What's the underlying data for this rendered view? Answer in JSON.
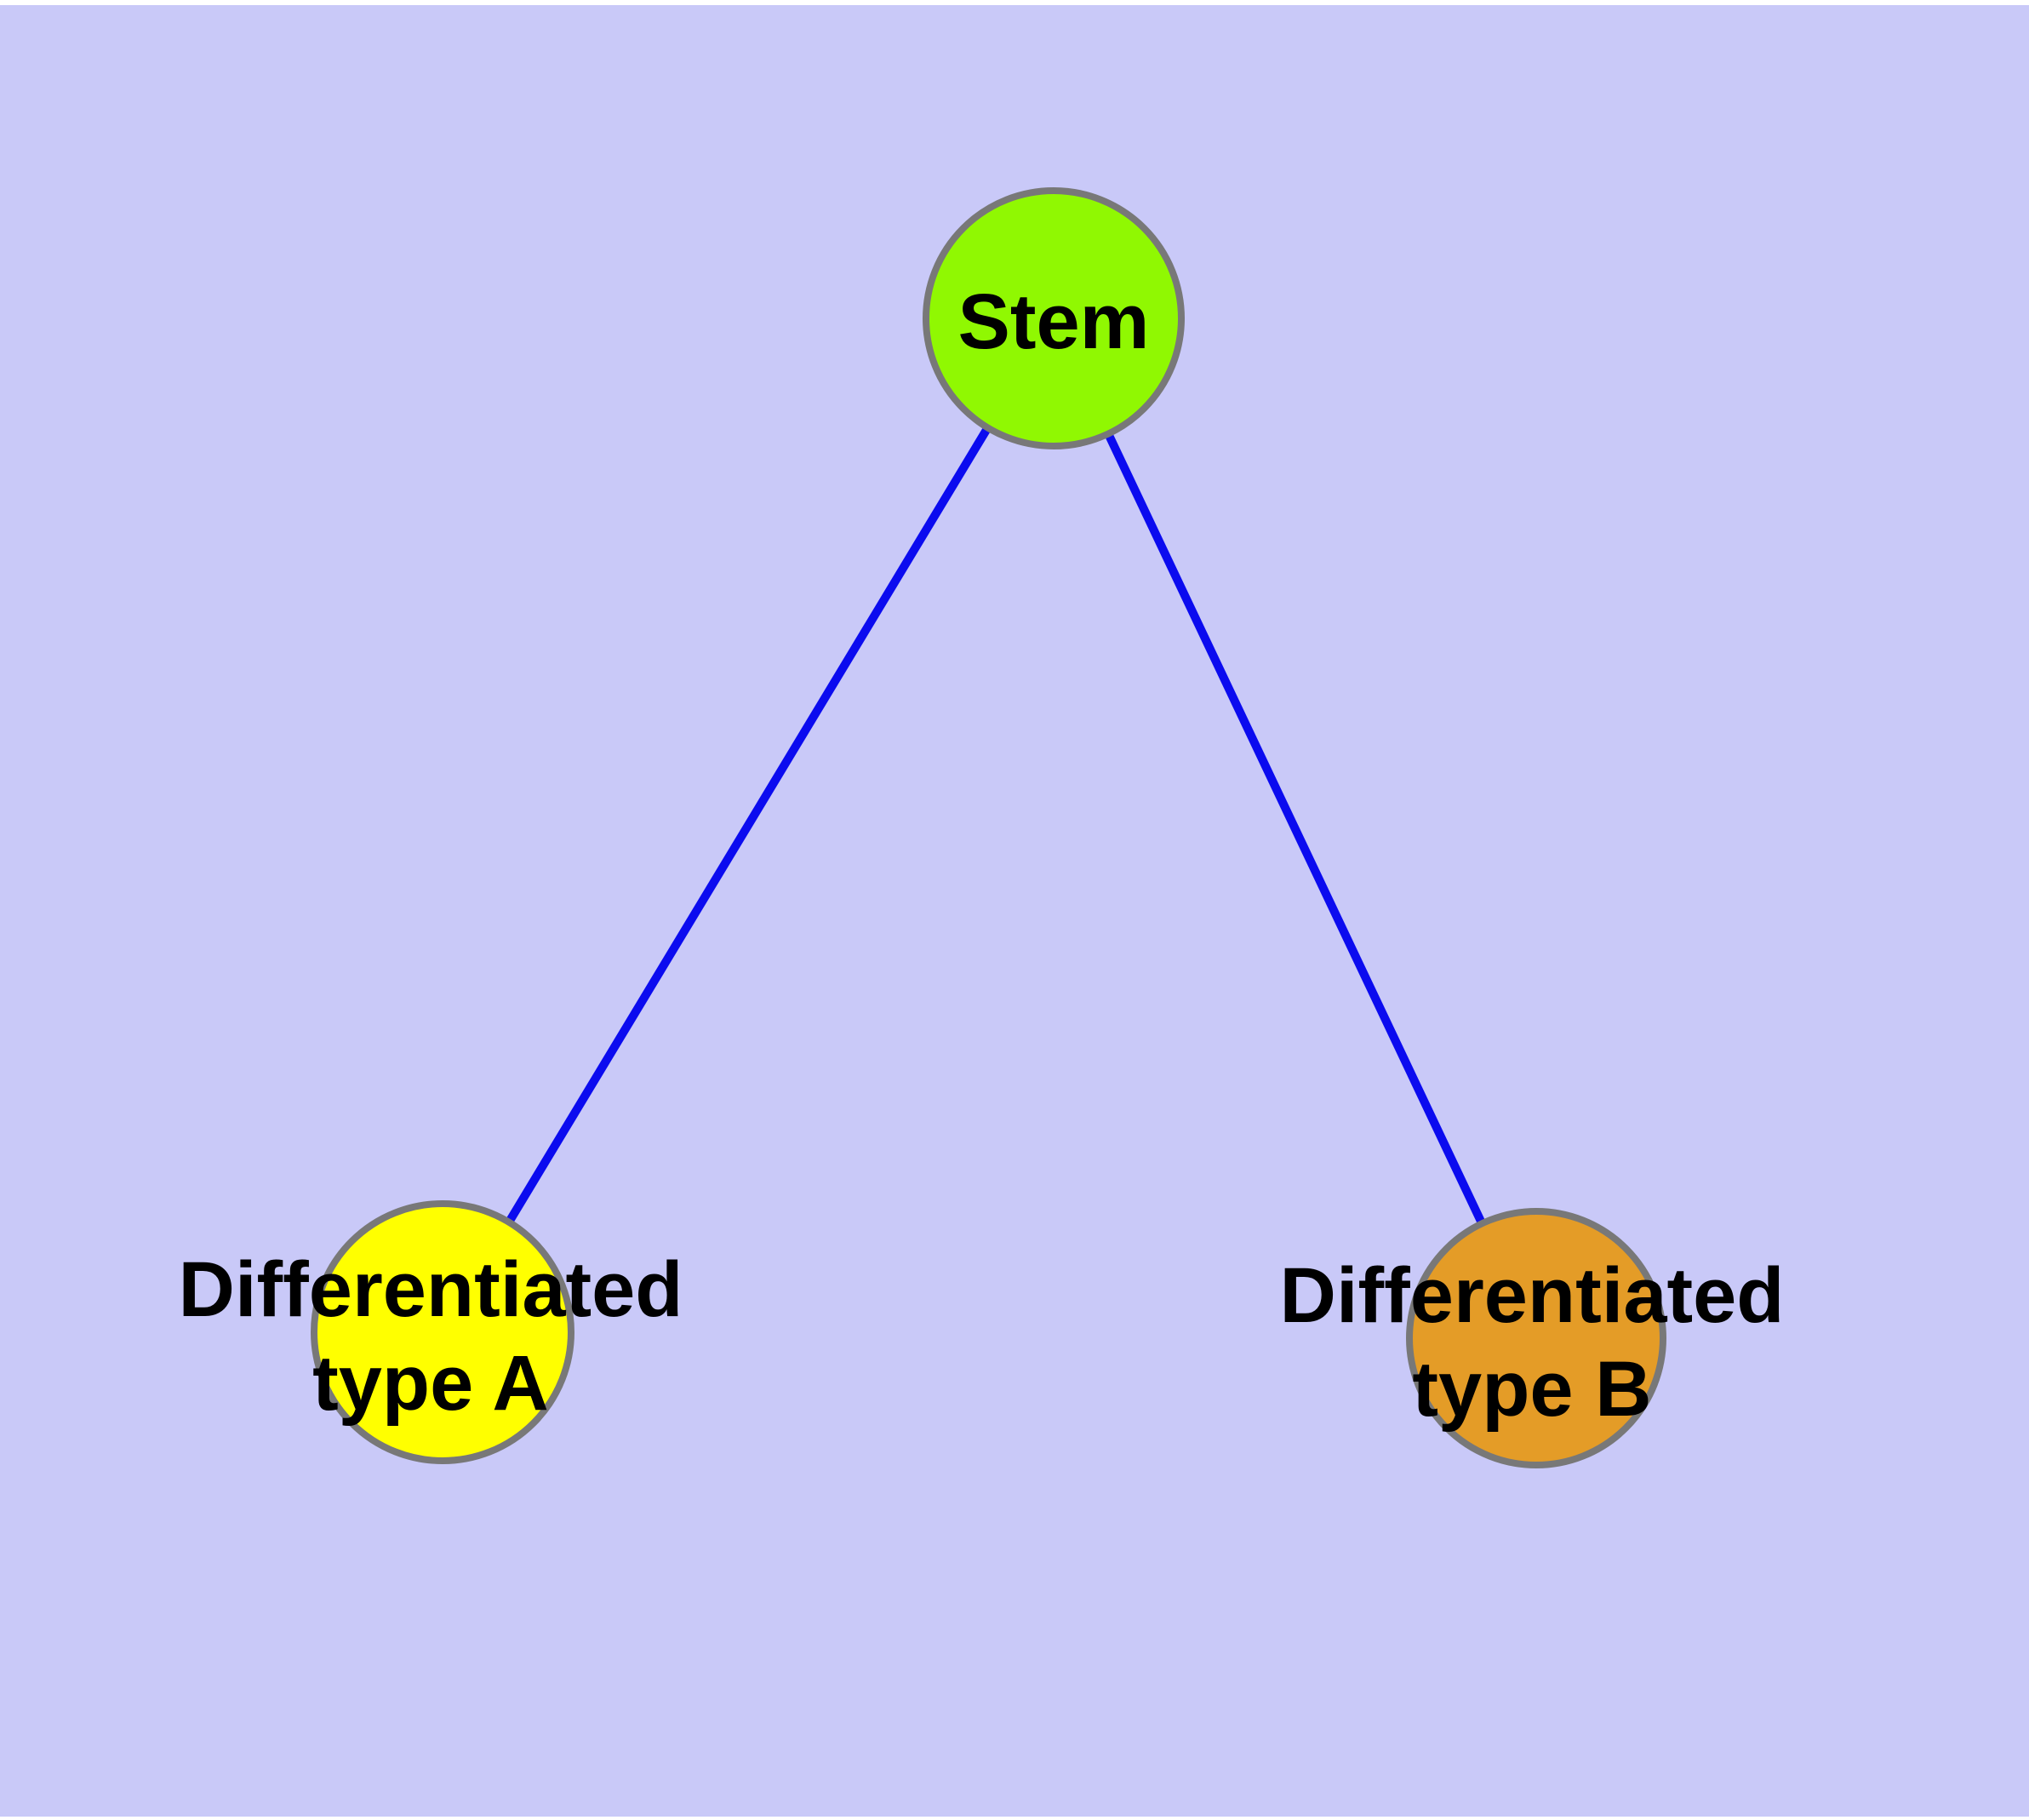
{
  "diagram": {
    "type": "node-link-graph",
    "frame_color": "#ffffff",
    "background_color": "#c9c9f8",
    "edge_color": "#0b0bef",
    "node_border_color": "#787878",
    "label_color": "#000000",
    "nodes": [
      {
        "id": "stem",
        "label": "Stem",
        "label_lines": [
          "Stem"
        ],
        "fill": "#90f802"
      },
      {
        "id": "differentiated-type-a",
        "label": "Differentiated type A",
        "label_lines": [
          "Differentiated",
          "type A"
        ],
        "fill": "#ffff00"
      },
      {
        "id": "differentiated-type-b",
        "label": "Differentiated type B",
        "label_lines": [
          "Differentiated",
          "type B"
        ],
        "fill": "#e49c27"
      }
    ],
    "edges": [
      {
        "from": "Stem",
        "to": "Differentiated type A"
      },
      {
        "from": "Stem",
        "to": "Differentiated type B"
      }
    ]
  }
}
